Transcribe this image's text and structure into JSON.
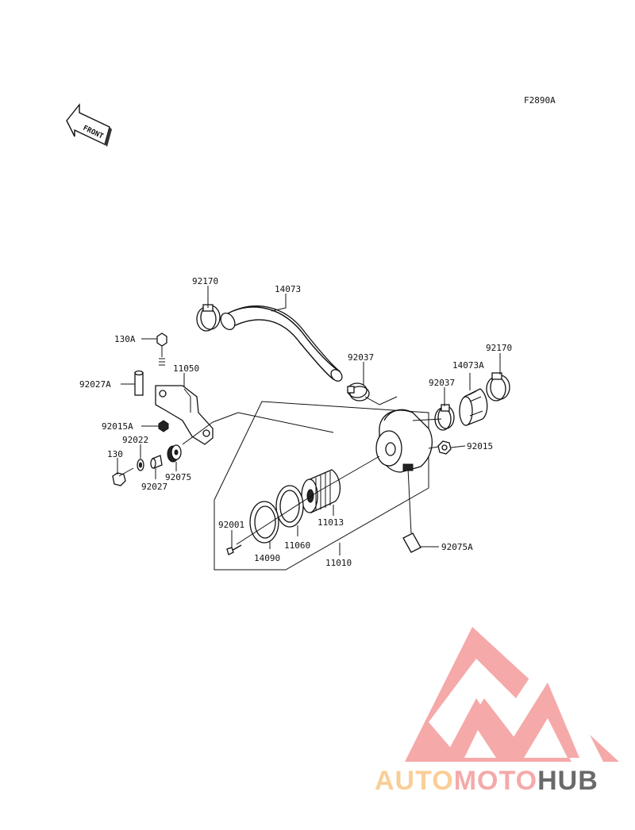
{
  "figure_code": "F2890A",
  "front_arrow_text": "FRONT",
  "part_labels": {
    "p92170_top": "92170",
    "p14073": "14073",
    "p130A": "130A",
    "p11050": "11050",
    "p92027A": "92027A",
    "p92015A": "92015A",
    "p92022": "92022",
    "p130": "130",
    "p92027": "92027",
    "p92075": "92075",
    "p92037_a": "92037",
    "p92037_b": "92037",
    "p14073A": "14073A",
    "p92170_right": "92170",
    "p92015": "92015",
    "p11013": "11013",
    "p92001": "92001",
    "p11060": "11060",
    "p14090": "14090",
    "p11010": "11010",
    "p92075A": "92075A"
  },
  "logo": {
    "text_part1": "AUTO",
    "text_part2": "MOTO",
    "text_part3": "HUB",
    "color_primary": "#f4a0a0",
    "color_secondary": "#f9c98c",
    "color_dark": "#5a5a5a"
  }
}
